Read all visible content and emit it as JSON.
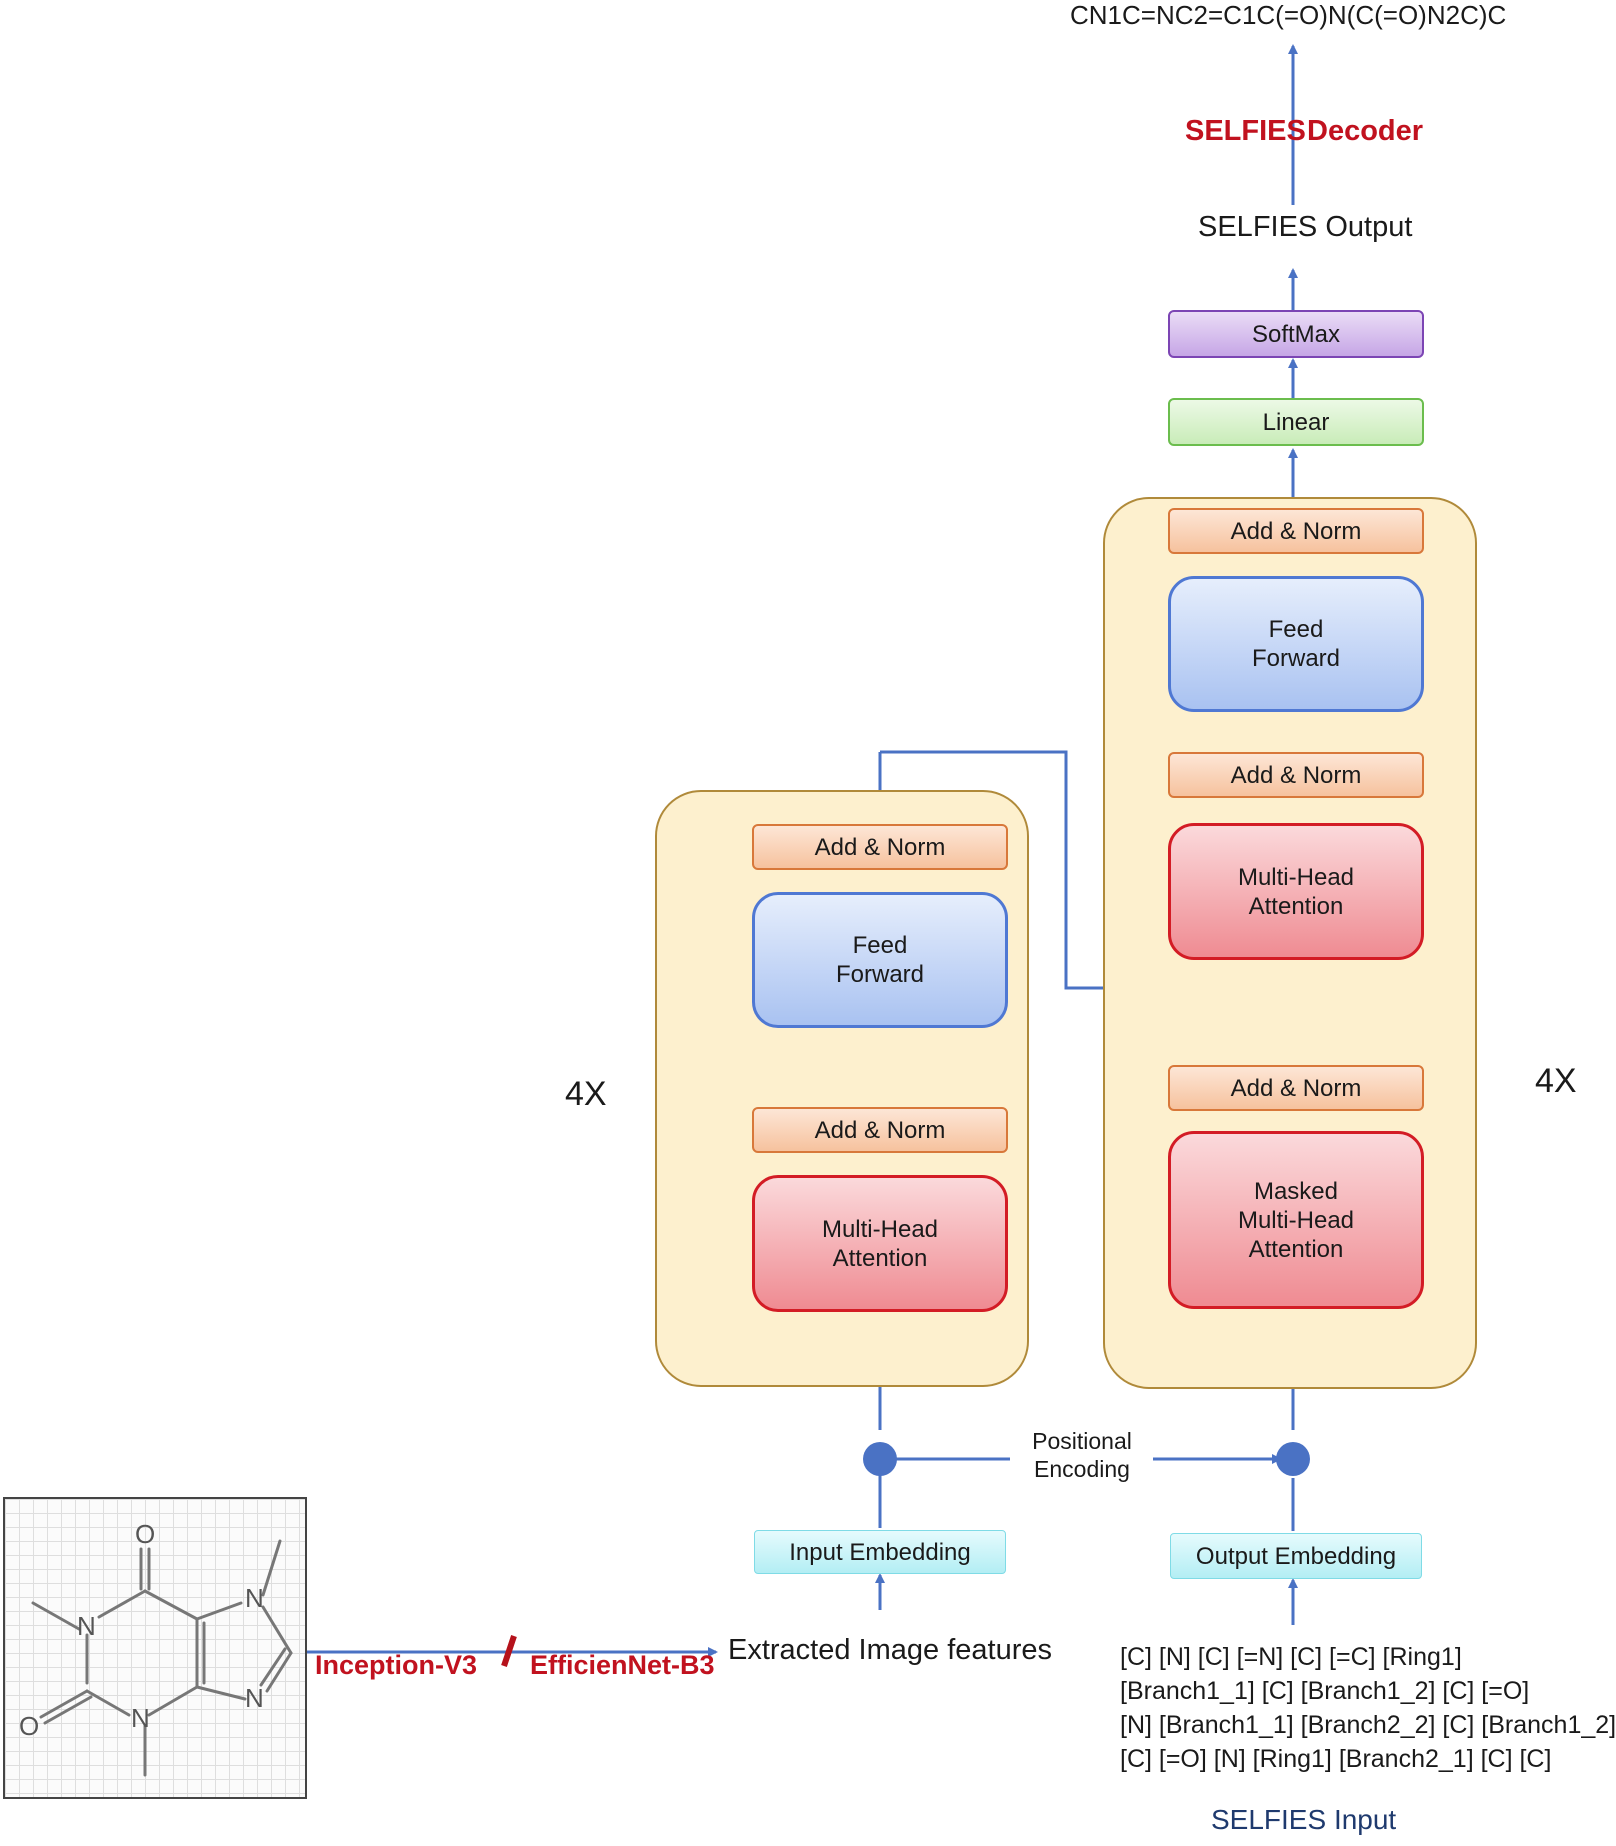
{
  "output_smiles": "CN1C=NC2=C1C(=O)N(C(=O)N2C)C",
  "decoder_label": {
    "part1": "SELFIES",
    "part2": "Decoder"
  },
  "selfies_output": "SELFIES Output",
  "softmax": "SoftMax",
  "linear": "Linear",
  "encoder": {
    "repeat": "4X",
    "add_norm_top": "Add & Norm",
    "feed_forward": [
      "Feed",
      "Forward"
    ],
    "add_norm_bottom": "Add & Norm",
    "attention": [
      "Multi-Head",
      "Attention"
    ]
  },
  "decoder": {
    "repeat": "4X",
    "add_norm_top": "Add & Norm",
    "feed_forward": [
      "Feed",
      "Forward"
    ],
    "add_norm_mid": "Add & Norm",
    "cross_attention": [
      "Multi-Head",
      "Attention"
    ],
    "add_norm_bottom": "Add & Norm",
    "masked_attention": [
      "Masked",
      "Multi-Head",
      "Attention"
    ]
  },
  "positional_encoding": [
    "Positional",
    "Encoding"
  ],
  "input_embedding": "Input Embedding",
  "output_embedding": "Output Embedding",
  "extracted_features": "Extracted Image features",
  "cnn": {
    "model1": "Inception-V3",
    "separator": "/",
    "model2": "EfficienNet-B3"
  },
  "selfies_tokens": [
    "[C] [N] [C] [=N] [C] [=C] [Ring1]",
    "[Branch1_1] [C] [Branch1_2] [C] [=O]",
    "[N] [Branch1_1] [Branch2_2] [C] [Branch1_2]",
    "[C] [=O] [N] [Ring1] [Branch2_1] [C] [C]"
  ],
  "selfies_input": "SELFIES Input",
  "molecule_atoms": {
    "o_top": "O",
    "n1": "N",
    "n7": "N",
    "n9": "N",
    "o_left": "O",
    "n3": "N"
  },
  "colors": {
    "arrow": "#4a72c4",
    "stack_fill": "#fdf0ce",
    "add_norm": "#d8783a",
    "feed_forward": "#4f78d3",
    "attention": "#d31c25",
    "linear": "#6bbd4d",
    "softmax": "#7c45b4",
    "embedding": "#7fdbe6",
    "highlight_text": "#c1121f"
  }
}
